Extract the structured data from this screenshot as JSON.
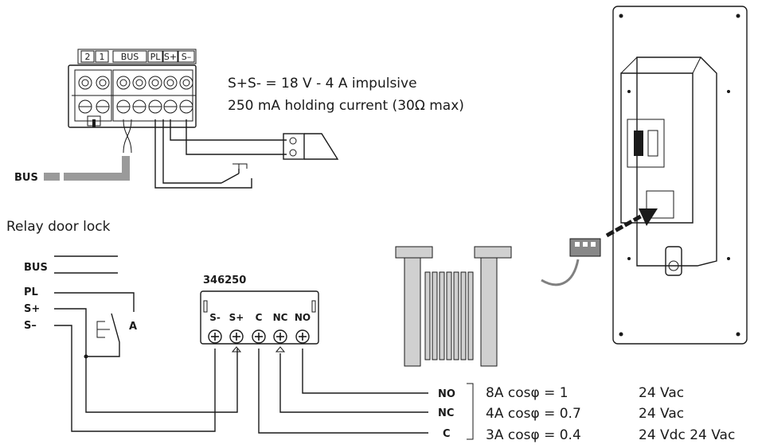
{
  "top_terminal": {
    "labels": [
      "2",
      "1",
      "BUS",
      "PL",
      "S+",
      "S–"
    ],
    "bus_wire_label": "BUS"
  },
  "spec_line1": "S+S- = 18 V - 4 A impulsive",
  "spec_line2": "250 mA holding current (30Ω max)",
  "relay_title": "Relay door lock",
  "left_labels": {
    "bus": "BUS",
    "pl": "PL",
    "s_plus": "S+",
    "s_minus": "S–",
    "switch": "A"
  },
  "relay_module": {
    "code": "346250",
    "terminals": [
      "S-",
      "S+",
      "C",
      "NC",
      "NO"
    ]
  },
  "outputs": [
    {
      "pin": "NO",
      "rating": "8A cosφ = 1",
      "voltage": "24 Vac"
    },
    {
      "pin": "NC",
      "rating": "4A cosφ = 0.7",
      "voltage": "24 Vac"
    },
    {
      "pin": "C",
      "rating": "3A cosφ = 0.4",
      "voltage": "24 Vdc 24 Vac"
    }
  ]
}
